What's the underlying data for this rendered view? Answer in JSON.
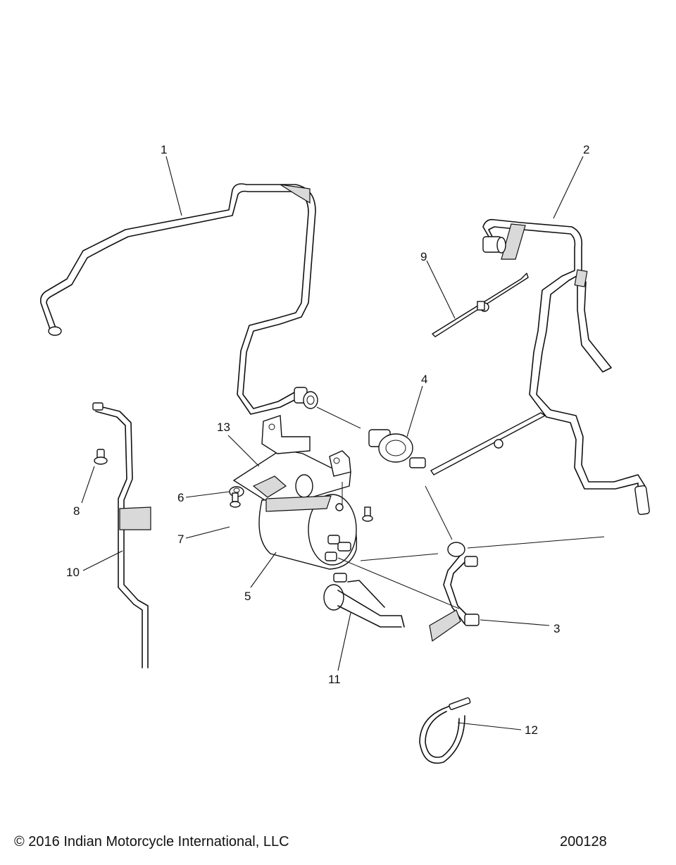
{
  "callouts": [
    {
      "id": "1",
      "label": "1"
    },
    {
      "id": "2",
      "label": "2"
    },
    {
      "id": "3",
      "label": "3"
    },
    {
      "id": "4",
      "label": "4"
    },
    {
      "id": "5",
      "label": "5"
    },
    {
      "id": "6",
      "label": "6"
    },
    {
      "id": "7",
      "label": "7"
    },
    {
      "id": "8",
      "label": "8"
    },
    {
      "id": "9",
      "label": "9"
    },
    {
      "id": "10",
      "label": "10"
    },
    {
      "id": "11",
      "label": "11"
    },
    {
      "id": "12",
      "label": "12"
    },
    {
      "id": "13",
      "label": "13"
    }
  ],
  "footer": {
    "copyright": "© 2016 Indian Motorcycle International, LLC",
    "diagram_number": "200128"
  }
}
